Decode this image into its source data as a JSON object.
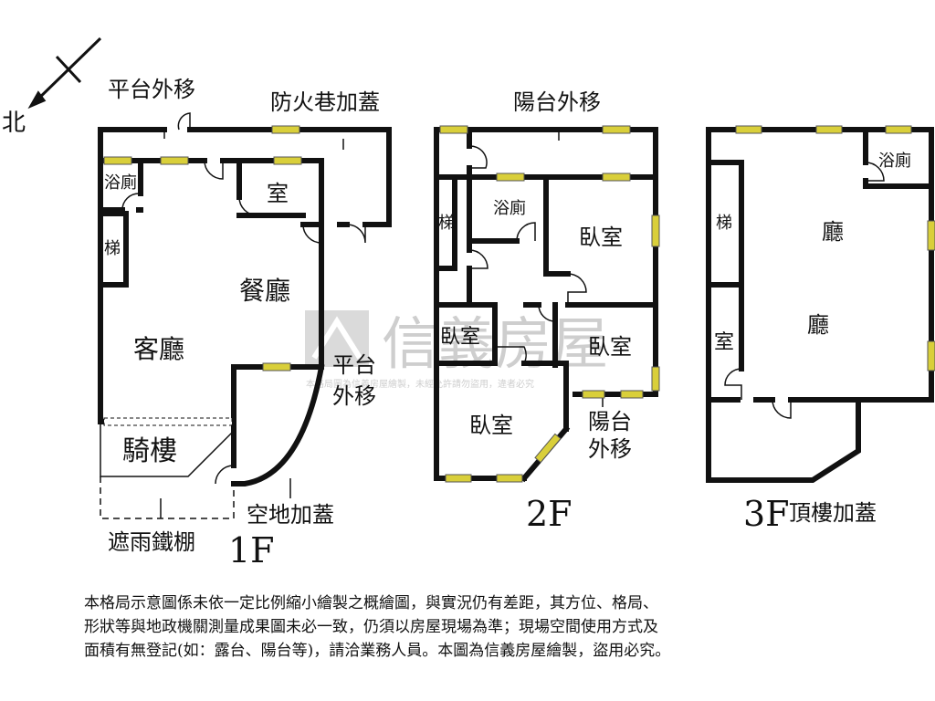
{
  "compass": {
    "north_label": "北"
  },
  "floor1": {
    "title": "1F",
    "labels": {
      "platform_moved_top": "平台外移",
      "fire_lane_covered": "防火巷加蓋",
      "bath": "浴廁",
      "room": "室",
      "stairs": "梯",
      "dining": "餐廳",
      "living": "客廳",
      "platform_moved_side_1": "平台",
      "platform_moved_side_2": "外移",
      "arcade": "騎樓",
      "open_space_covered": "空地加蓋",
      "rain_shelter": "遮雨鐵棚"
    }
  },
  "floor2": {
    "title": "2F",
    "labels": {
      "balcony_moved_top": "陽台外移",
      "stairs": "梯",
      "bath": "浴廁",
      "bedroom_1": "臥室",
      "bedroom_2": "臥室",
      "bedroom_3": "臥室",
      "bedroom_4": "臥室",
      "balcony_moved_side_1": "陽台",
      "balcony_moved_side_2": "外移"
    }
  },
  "floor3": {
    "title": "3F",
    "subtitle": "頂樓加蓋",
    "labels": {
      "bath": "浴廁",
      "stairs": "梯",
      "hall_1": "廳",
      "hall_2": "廳",
      "room": "室"
    }
  },
  "watermark": {
    "brand": "信義房屋",
    "notice": "本格局圖為信義房屋繪製，未經允許請勿盜用，違者必究"
  },
  "disclaimer": [
    "本格局示意圖係未依一定比例縮小繪製之概繪圖，與實況仍有差距，其方位、格局、",
    "形狀等與地政機關測量成果圖未必一致，仍須以房屋現場為準；現場空間使用方式及",
    "面積有無登記(如：露台、陽台等)，請洽業務人員。本圖為信義房屋繪製，盜用必究。"
  ],
  "colors": {
    "wall": "#111111",
    "window": "#d9cf3a",
    "watermark": "#c9c9c9"
  }
}
